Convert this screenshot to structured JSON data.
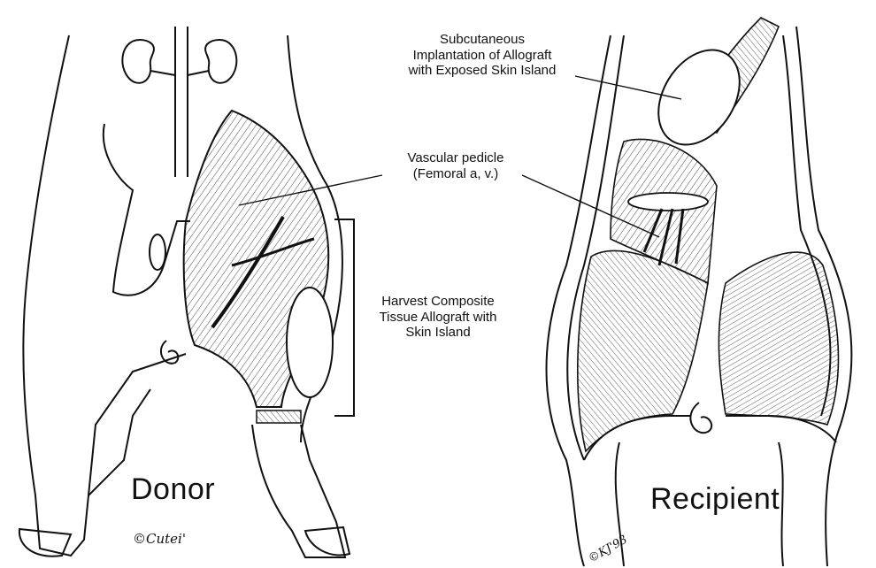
{
  "labels": {
    "allograft": [
      "Subcutaneous",
      "Implantation of Allograft",
      "with Exposed Skin Island"
    ],
    "vascular": [
      "Vascular pedicle",
      "(Femoral a, v.)"
    ],
    "harvest": [
      "Harvest Composite",
      "Tissue Allograft with",
      "Skin Island"
    ]
  },
  "panels": {
    "donor": "Donor",
    "recipient": "Recipient"
  },
  "signatures": {
    "donor_artist": "©Cutei'",
    "recipient_artist": "©KJ'93"
  }
}
